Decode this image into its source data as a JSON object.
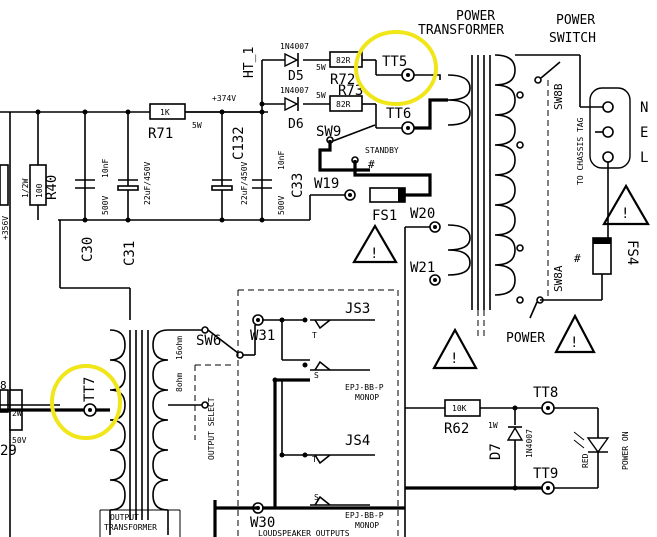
{
  "power_transformer": {
    "line1": "POWER",
    "line2": "TRANSFORMER"
  },
  "power_switch": {
    "line1": "POWER",
    "line2": "SWITCH"
  },
  "ht_label": "HT_1",
  "resistors": {
    "r72": {
      "name": "R72",
      "value": "82R",
      "rating": "5W"
    },
    "r73": {
      "name": "R73",
      "value": "82R",
      "rating": "5W"
    },
    "r71": {
      "name": "R71",
      "value": "1K",
      "rating": "5W"
    },
    "r40": {
      "name": "R40",
      "value": "100",
      "rating": "1/2W"
    },
    "r62": {
      "name": "R62",
      "value": "10K",
      "rating": "1W"
    }
  },
  "diodes": {
    "d5": {
      "name": "D5",
      "part": "1N4007"
    },
    "d6": {
      "name": "D6",
      "part": "1N4007"
    },
    "d7": {
      "name": "D7",
      "part": "1N4007"
    }
  },
  "test_points": {
    "tt5": "TT5",
    "tt6": "TT6",
    "tt7": "TT7",
    "tt8": "TT8",
    "tt9": "TT9"
  },
  "voltage_374": "+374V",
  "voltage_356": "+356V",
  "capacitors": {
    "c30": {
      "name": "C30",
      "value": "10nF",
      "rating": "500V"
    },
    "c31": {
      "name": "C31",
      "value": "22uF/450V"
    },
    "c132": {
      "name": "C132",
      "value": "22uF/450V"
    },
    "c33": {
      "name": "C33",
      "value": "10nF",
      "rating": "500V"
    }
  },
  "switches": {
    "sw9": "SW9",
    "standby": "STANDBY",
    "sw6": "SW6",
    "sw8b": "SW8B",
    "sw8a": "SW8A",
    "output_select": "OUTPUT SELECT"
  },
  "wires": {
    "w19": "W19",
    "w20": "W20",
    "w21": "W21",
    "w30": "W30",
    "w31": "W31"
  },
  "fuses": {
    "fs1": "FS1",
    "fs4": "FS4"
  },
  "mains": {
    "n": "N",
    "e": "E",
    "l": "L",
    "chassis_tag": "TO CHASSIS TAG"
  },
  "jacks": {
    "js3": "JS3",
    "js4": "JS4",
    "part_line1": "EPJ-BB-P",
    "part_line2": "MONOP",
    "t": "T",
    "s": "S",
    "loudspeaker_outputs": "LOUDSPEAKER OUTPUTS"
  },
  "output_transformer": {
    "line1": "OUTPUT",
    "line2": "TRANSFORMER",
    "tap_16": "16ohm",
    "tap_8": "8ohm"
  },
  "power_label": "POWER",
  "power_on": "POWER ON",
  "led_color": "RED",
  "hash": "#",
  "left_edge": {
    "r29": "29",
    "v50": "50V",
    "w2": "2W",
    "b": "8"
  },
  "highlight_color": "#f0e61a"
}
